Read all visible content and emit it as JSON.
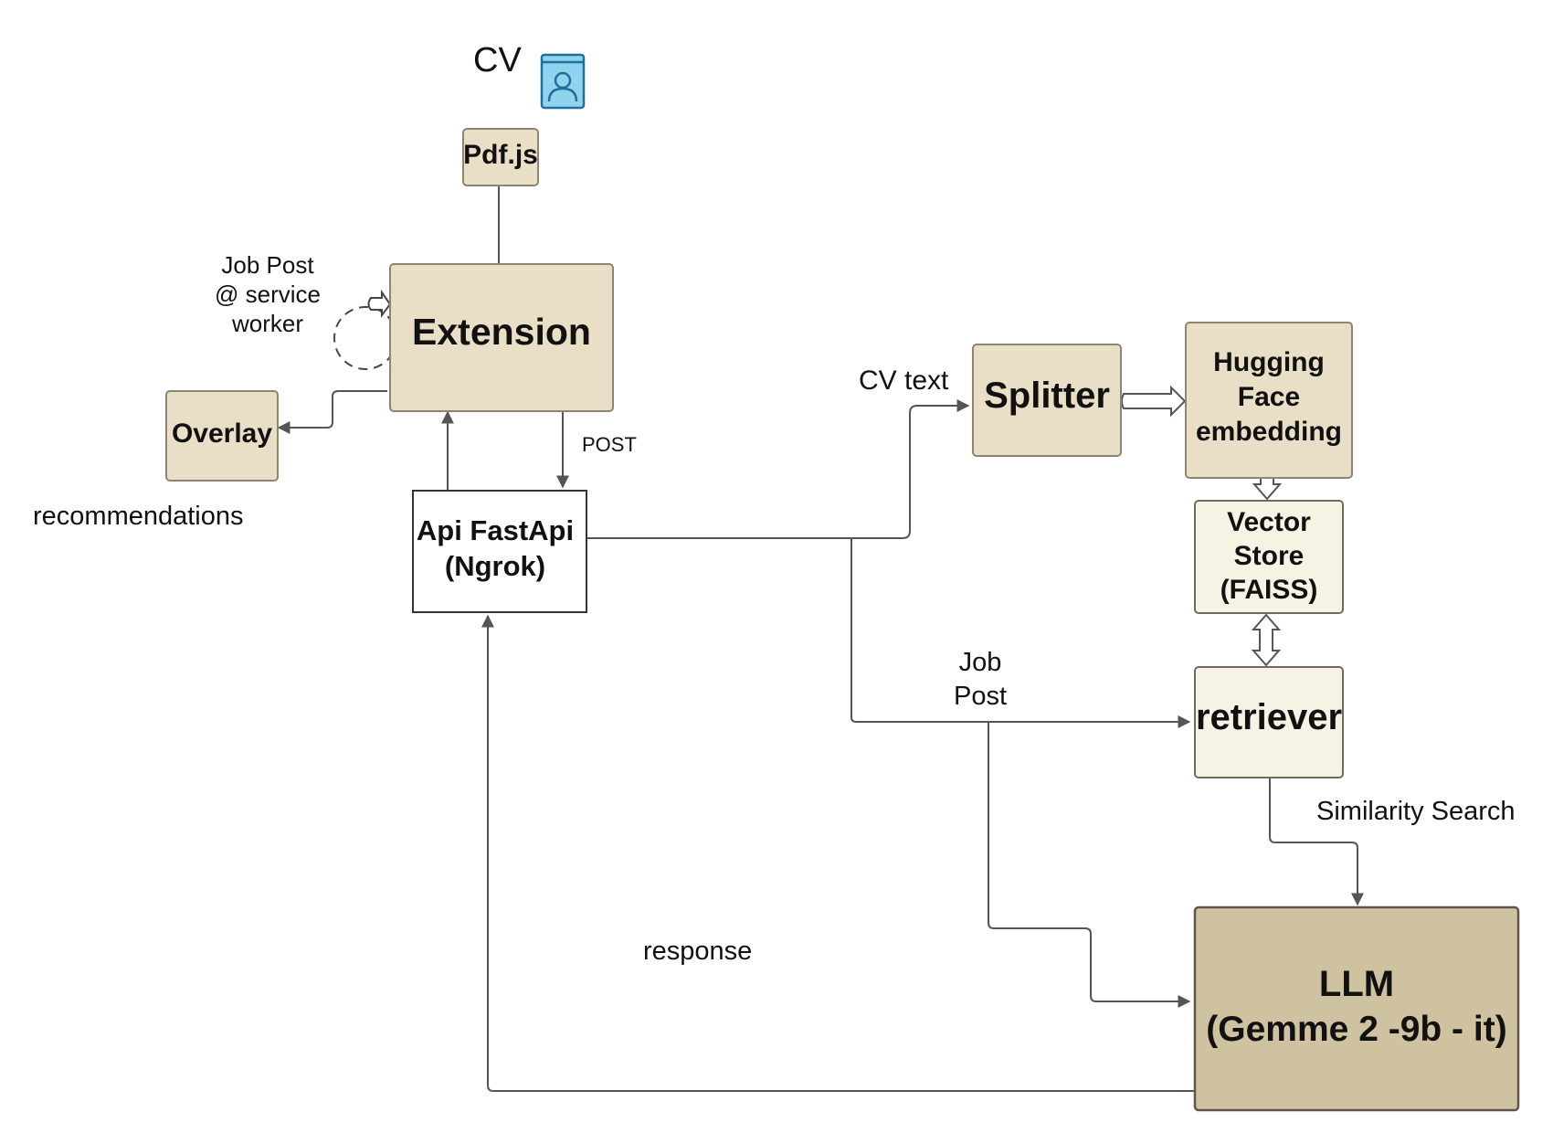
{
  "cv": {
    "label": "CV",
    "icon": "cv-document-icon"
  },
  "nodes": {
    "pdfjs": "Pdf.js",
    "extension": "Extension",
    "overlay": "Overlay",
    "api": [
      "Api FastApi",
      "(Ngrok)"
    ],
    "splitter": "Splitter",
    "hugging": [
      "Hugging",
      "Face",
      "embedding"
    ],
    "vector": [
      "Vector",
      "Store",
      "(FAISS)"
    ],
    "retriever": "retriever",
    "llm": [
      "LLM",
      "(Gemme 2 -9b - it)"
    ]
  },
  "edge_labels": {
    "job_post_service_worker": [
      "Job Post",
      "@ service",
      "worker"
    ],
    "recommendations": "recommendations",
    "post": "POST",
    "cv_text": "CV text",
    "job_post": [
      "Job",
      "Post"
    ],
    "similarity_search": "Similarity Search",
    "response": "response"
  },
  "colors": {
    "node_fill": "#e8dfc6",
    "vector_fill": "#f6f2e4",
    "llm_fill": "#cfc2a0",
    "icon_fill": "#8fd3ee",
    "icon_stroke": "#1f6f9a"
  }
}
